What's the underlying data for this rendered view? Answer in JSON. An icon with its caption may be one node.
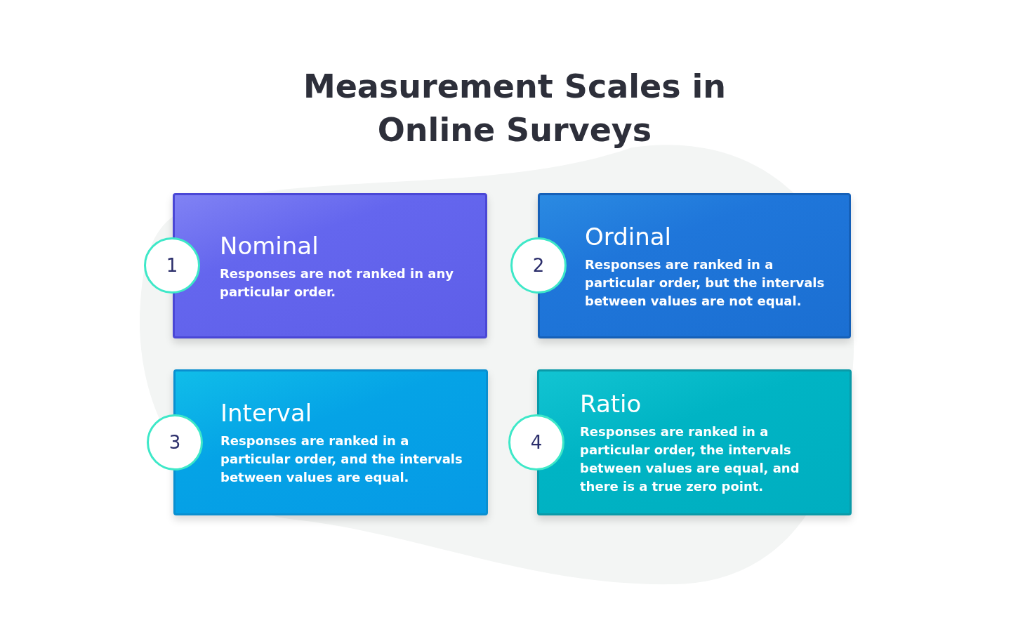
{
  "diagram": {
    "title": "Measurement Scales in Online Surveys",
    "nodes": [
      {
        "text": [
          "1"
        ]
      },
      {
        "text": [
          "Nominal",
          "Responses are not ranked in any particular order."
        ]
      },
      {
        "text": [
          "2"
        ]
      },
      {
        "text": [
          "Ordinal",
          "Responses are ranked in a particular order, but the intervals between values are not equal."
        ]
      },
      {
        "text": [
          "3"
        ]
      },
      {
        "text": [
          "Interval",
          "Responses are ranked in a particular order, and the intervals between values are equal."
        ]
      },
      {
        "text": [
          "4"
        ]
      },
      {
        "text": [
          "Ratio",
          "Responses are ranked in a particular order, the intervals between values are equal, and there is a true zero point."
        ]
      }
    ]
  }
}
